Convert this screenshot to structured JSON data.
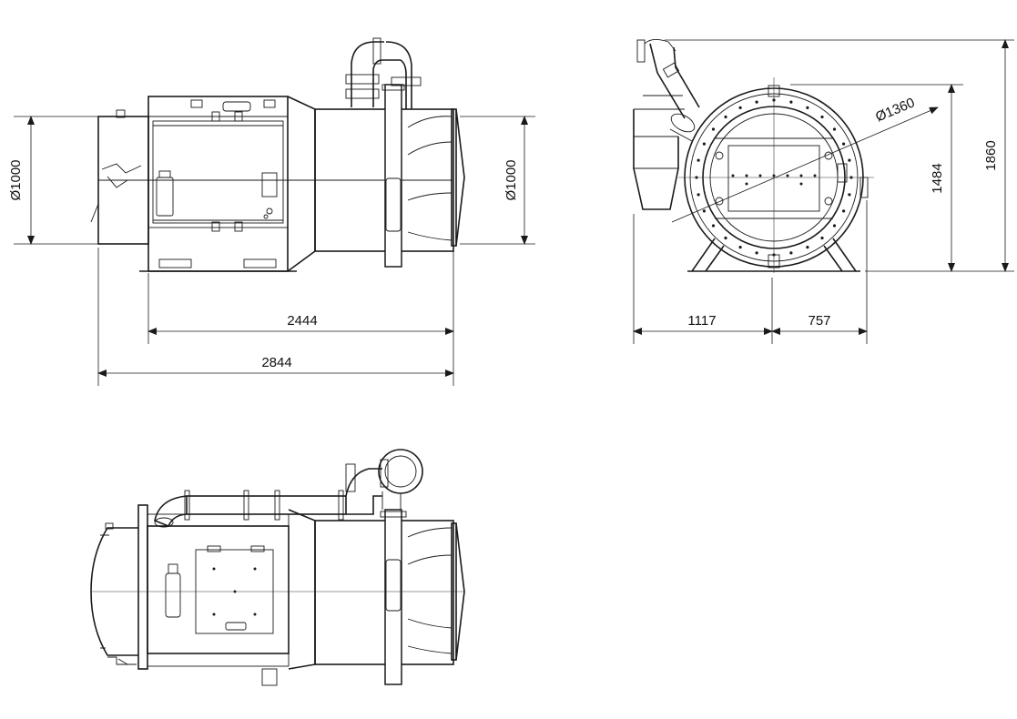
{
  "views": {
    "front": {
      "dimensions": {
        "inlet_diameter": "Ø1000",
        "outlet_diameter": "Ø1000",
        "body_length": "2444",
        "overall_length": "2844"
      }
    },
    "side": {
      "dimensions": {
        "housing_diameter": "Ø1360",
        "axis_height": "1484",
        "total_height": "1860",
        "left_extent": "1117",
        "right_extent": "757"
      }
    },
    "top": {}
  },
  "colors": {
    "line": "#1a1a1a",
    "background": "#ffffff"
  }
}
